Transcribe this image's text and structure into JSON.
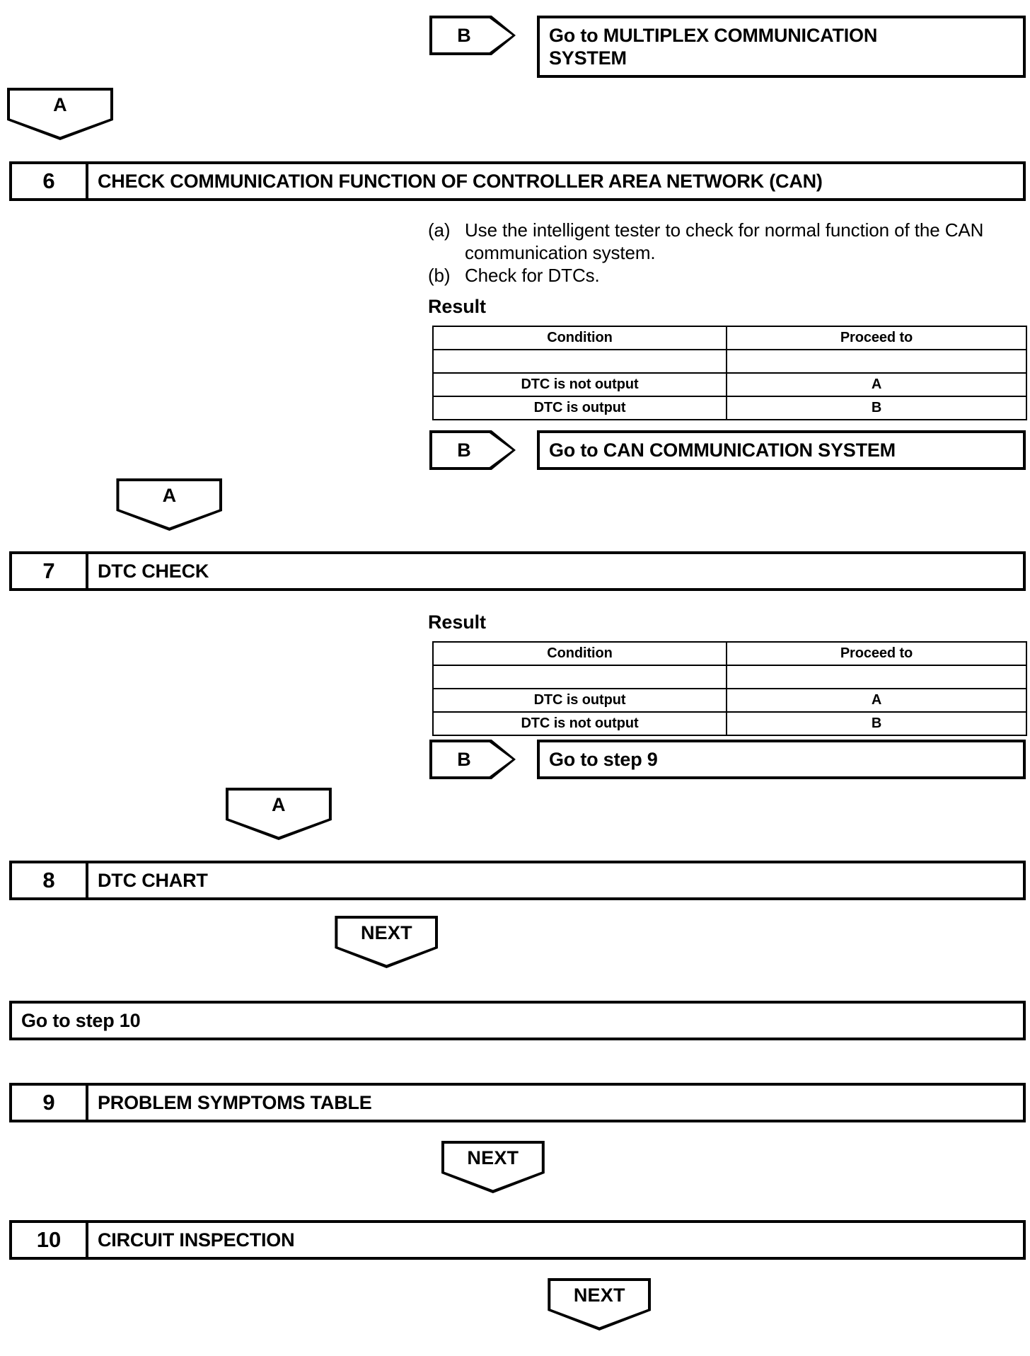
{
  "document": {
    "type": "troubleshooting-flowchart",
    "line_color": "#000000",
    "background_color": "#ffffff"
  },
  "connectors": {
    "a_label": "A",
    "b_label": "B",
    "next_label": "NEXT"
  },
  "table_headers": {
    "condition": "Condition",
    "proceed_to": "Proceed to"
  },
  "blocks": {
    "top_branch": {
      "tag": "B",
      "destination_line1": "Go to MULTIPLEX COMMUNICATION",
      "destination_line2": "SYSTEM"
    },
    "connector_a_1": "A",
    "step6": {
      "number": "6",
      "title": "CHECK COMMUNICATION FUNCTION OF CONTROLLER AREA NETWORK (CAN)",
      "instructions": [
        {
          "marker": "(a)",
          "text": "Use the intelligent tester to check for normal function of the CAN communication system."
        },
        {
          "marker": "(b)",
          "text": "Check for DTCs."
        }
      ],
      "result_label": "Result",
      "result_table": {
        "headers": [
          "Condition",
          "Proceed to"
        ],
        "rows": [
          [
            "DTC is not output",
            "A"
          ],
          [
            "DTC is output",
            "B"
          ]
        ]
      },
      "branch": {
        "tag": "B",
        "destination": "Go to CAN COMMUNICATION SYSTEM"
      }
    },
    "connector_a_2": "A",
    "step7": {
      "number": "7",
      "title": "DTC CHECK",
      "result_label": "Result",
      "result_table": {
        "headers": [
          "Condition",
          "Proceed to"
        ],
        "rows": [
          [
            "DTC is output",
            "A"
          ],
          [
            "DTC is not output",
            "B"
          ]
        ]
      },
      "branch": {
        "tag": "B",
        "destination": "Go to step 9"
      }
    },
    "connector_a_3": "A",
    "step8": {
      "number": "8",
      "title": "DTC CHART"
    },
    "connector_next_1": "NEXT",
    "goto_step10": "Go to step 10",
    "step9": {
      "number": "9",
      "title": "PROBLEM SYMPTOMS TABLE"
    },
    "connector_next_2": "NEXT",
    "step10": {
      "number": "10",
      "title": "CIRCUIT INSPECTION"
    },
    "connector_next_3": "NEXT"
  }
}
